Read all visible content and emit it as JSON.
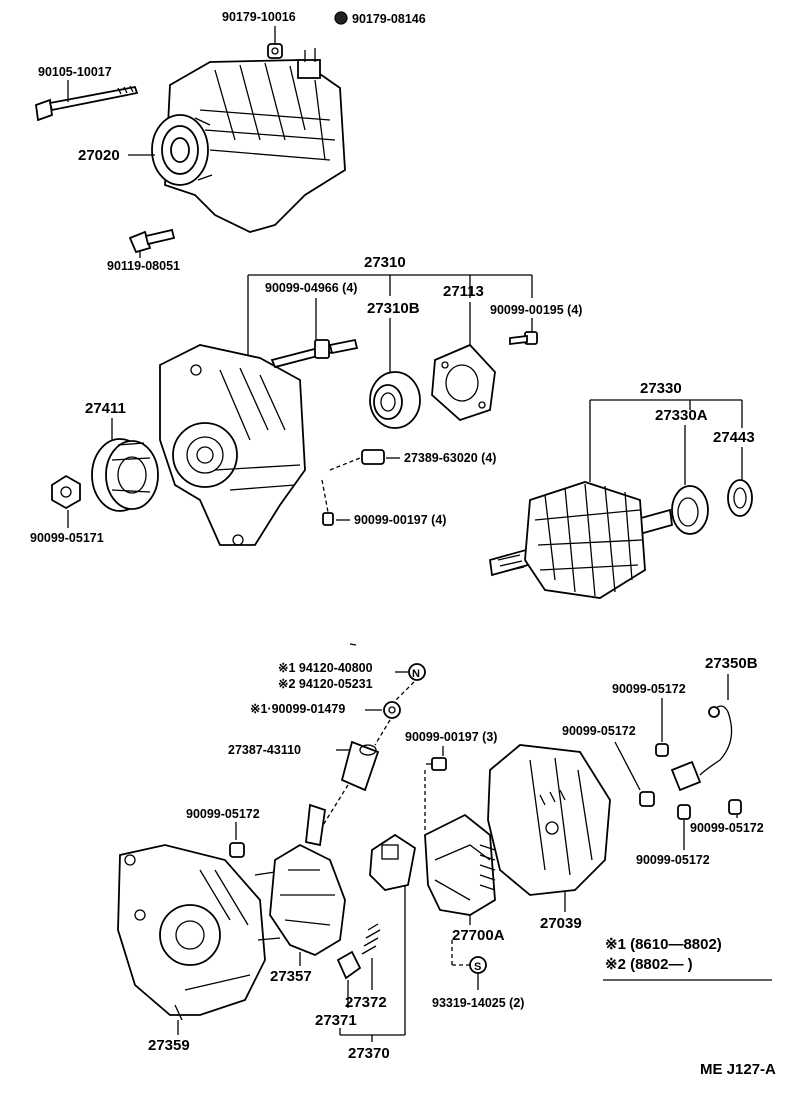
{
  "parts": {
    "p90179_10016": "90179-10016",
    "p90179_08146": "90179-08146",
    "p90105_10017": "90105-10017",
    "p27020": "27020",
    "p90119_08051": "90119-08051",
    "p27310": "27310",
    "p90099_04966": "90099-04966 (4)",
    "p27310B": "27310B",
    "p27113": "27113",
    "p90099_00195": "90099-00195 (4)",
    "p27411": "27411",
    "p27389_63020": "27389-63020 (4)",
    "p90099_05171": "90099-05171",
    "p90099_00197_4": "90099-00197 (4)",
    "p27330": "27330",
    "p27330A": "27330A",
    "p27443": "27443",
    "p94120_40800": "※1 94120-40800",
    "p94120_05231": "※2 94120-05231",
    "p90099_01479": "※1·90099-01479",
    "p27387_43110": "27387-43110",
    "p90099_00197_3": "90099-00197 (3)",
    "p27350B": "27350B",
    "p90099_05172_a": "90099-05172",
    "p90099_05172_b": "90099-05172",
    "p90099_05172_c": "90099-05172",
    "p90099_05172_d": "90099-05172",
    "p90099_05172_e": "90099-05172",
    "p27039": "27039",
    "p27700A": "27700A",
    "p27357": "27357",
    "p27372": "27372",
    "p27371": "27371",
    "p27370": "27370",
    "p27359": "27359",
    "p93319_14025": "93319-14025 (2)"
  },
  "legend": {
    "note1": "※1 (8610—8802)",
    "note2": "※2 (8802—       )"
  },
  "symbols": {
    "nut_symbol": "N",
    "screw_symbol": "S"
  },
  "footer": {
    "code": "ME  J127-A"
  }
}
